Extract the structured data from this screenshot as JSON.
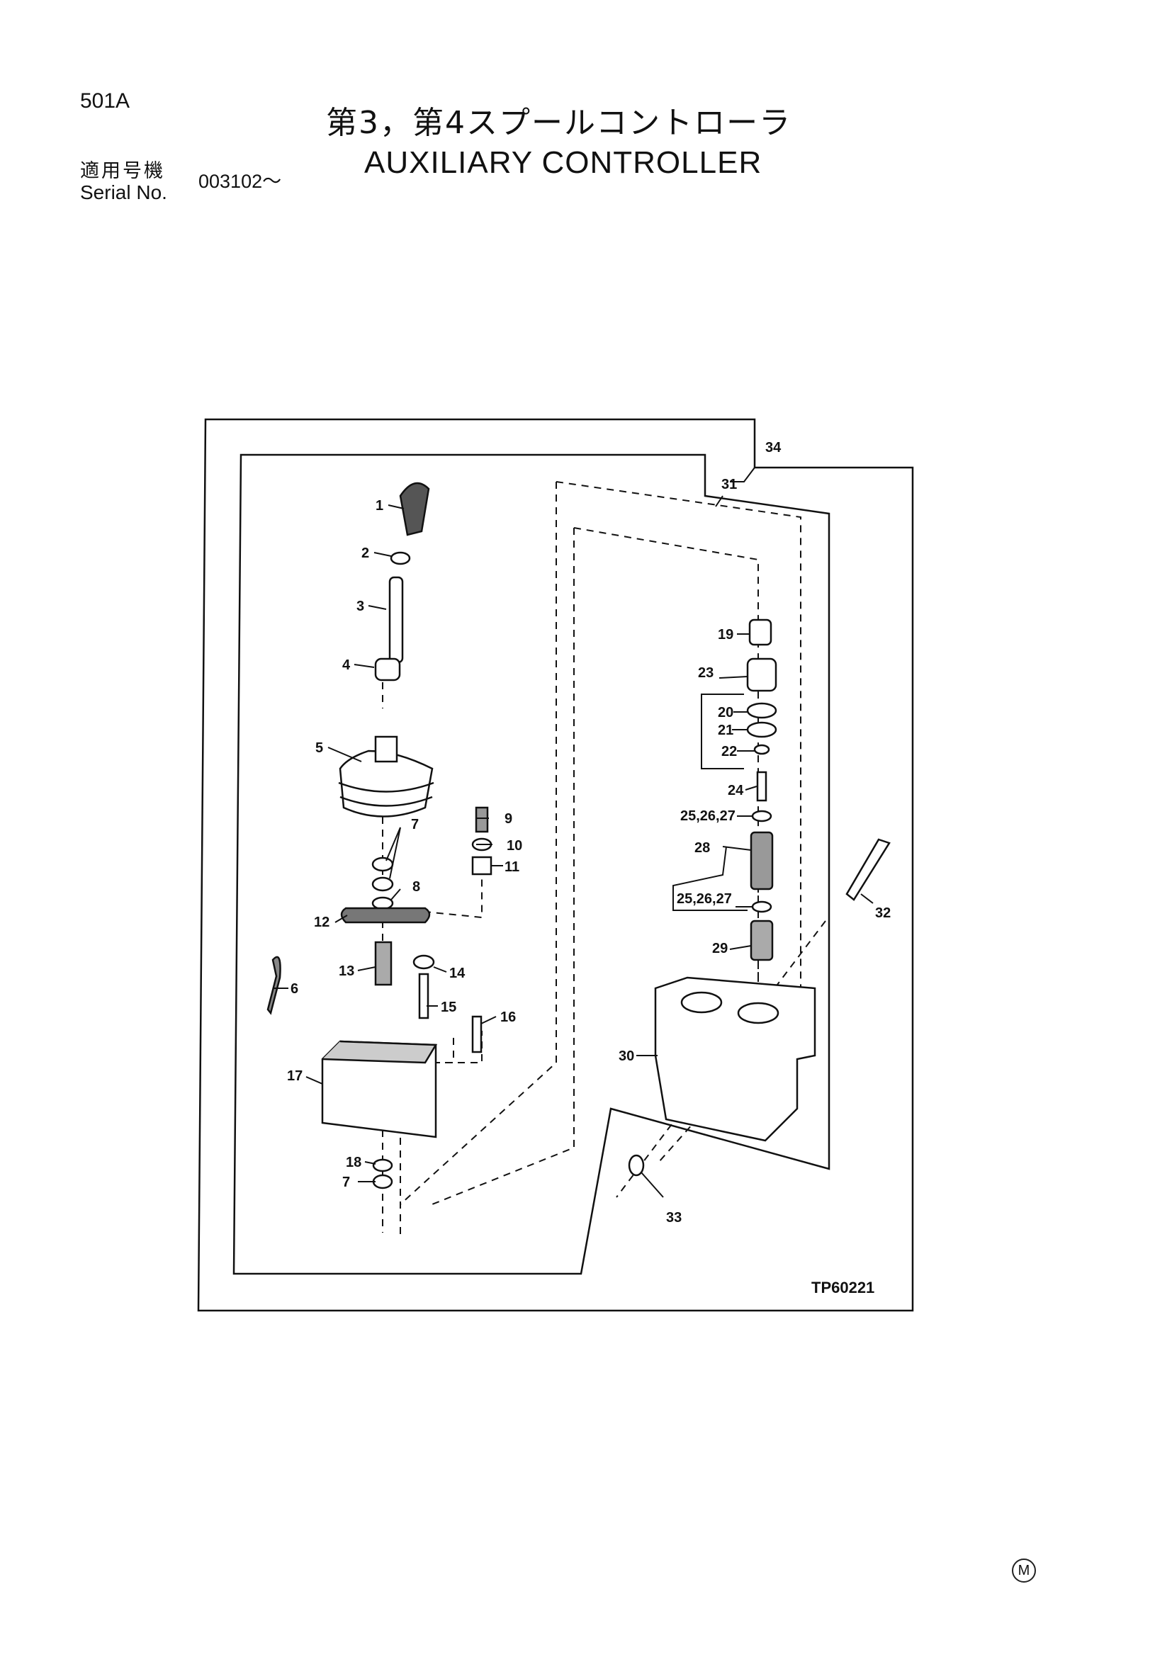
{
  "header": {
    "page_number": "501A",
    "title_jp": "第3，第4スプールコントローラ",
    "title_en": "AUXILIARY CONTROLLER",
    "serial_label_jp": "適用号機",
    "serial_label_en": "Serial No.",
    "serial_value": "003102～"
  },
  "diagram": {
    "drawing_code": "TP60221",
    "callouts": {
      "c1": "1",
      "c2": "2",
      "c3": "3",
      "c4": "4",
      "c5": "5",
      "c6": "6",
      "c7a": "7",
      "c7b": "7",
      "c8": "8",
      "c9": "9",
      "c10": "10",
      "c11": "11",
      "c12": "12",
      "c13": "13",
      "c14": "14",
      "c15": "15",
      "c16": "16",
      "c17": "17",
      "c18": "18",
      "c19": "19",
      "c20": "20",
      "c21": "21",
      "c22": "22",
      "c23": "23",
      "c24": "24",
      "c25a": "25,26,27",
      "c25b": "25,26,27",
      "c28": "28",
      "c29": "29",
      "c30": "30",
      "c31": "31",
      "c32": "32",
      "c33": "33",
      "c34": "34"
    }
  },
  "footer": {
    "mark": "M"
  }
}
